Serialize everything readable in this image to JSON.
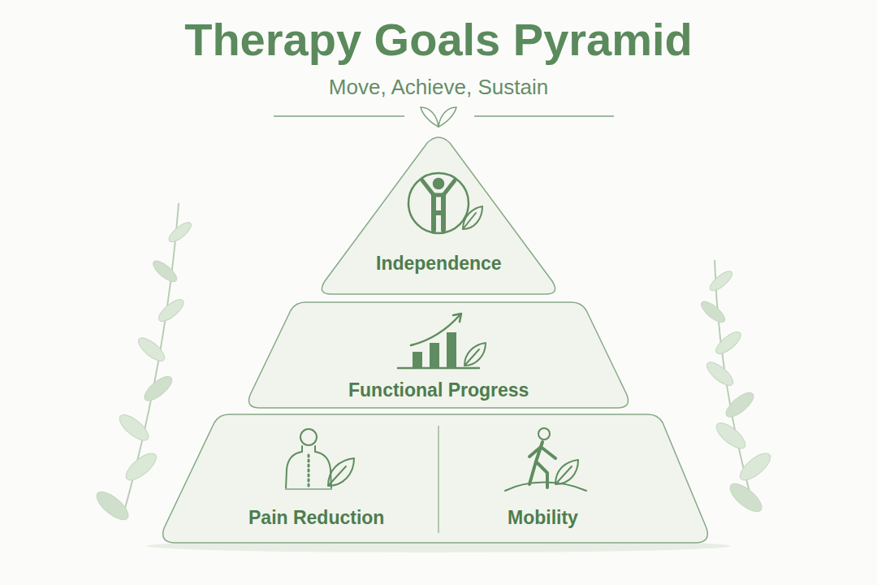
{
  "diagram": {
    "title": "Therapy Goals Pyramid",
    "nodes": [
      {
        "text": [
          "Independence"
        ]
      },
      {
        "text": [
          "Functional Progress"
        ]
      },
      {
        "text": [
          "Pain Reduction"
        ]
      },
      {
        "text": [
          "Mobility"
        ]
      }
    ],
    "labels": [
      "Move, Achieve, Sustain"
    ]
  }
}
